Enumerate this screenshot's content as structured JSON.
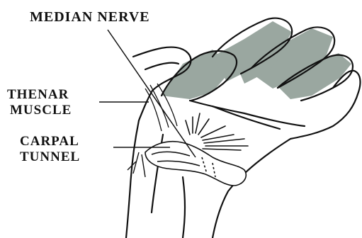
{
  "labels": {
    "median_nerve": "MEDIAN NERVE",
    "thenar_muscle_line1": "THENAR",
    "thenar_muscle_line2": "MUSCLE",
    "carpal_tunnel_line1": "CARPAL",
    "carpal_tunnel_line2": "TUNNEL"
  },
  "colors": {
    "shading": "#9aa7a0",
    "ink": "#111111",
    "background": "#ffffff"
  }
}
